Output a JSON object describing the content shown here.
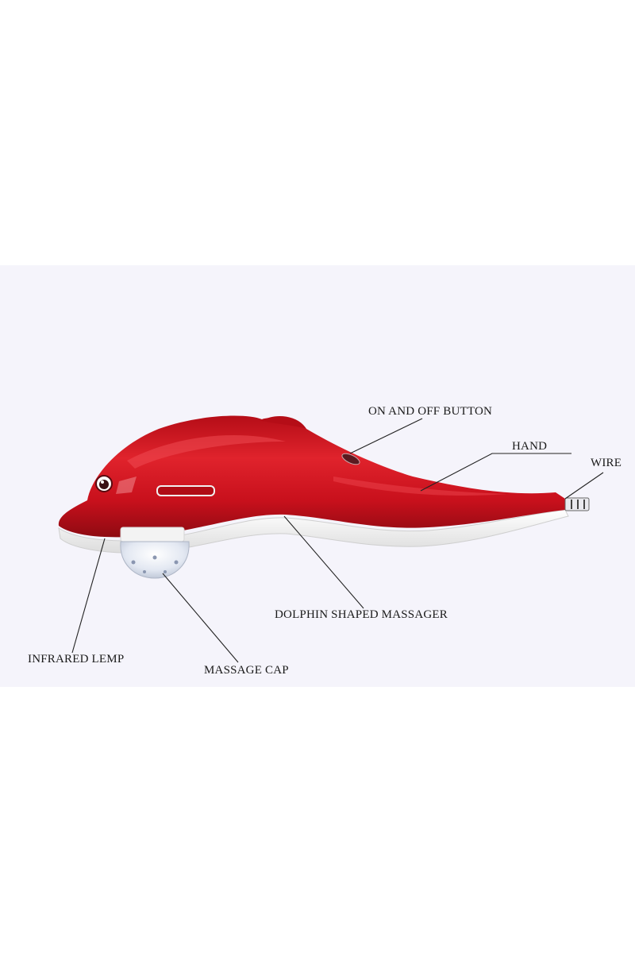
{
  "diagram": {
    "subject": "Dolphin shaped handheld massager",
    "colors": {
      "background": "#f5f4fb",
      "body_red": "#c8101c",
      "body_highlight": "#e8333c",
      "body_shadow": "#8e0a12",
      "base_white": "#f7f7f7",
      "leader_line": "#222222",
      "label_text": "#1a1a1a"
    },
    "labels": {
      "on_off_button": "ON AND OFF BUTTON",
      "hand": "HAND",
      "wire": "WIRE",
      "dolphin_shaped_massager": "DOLPHIN SHAPED MASSAGER",
      "infrared_lemp": "INFRARED LEMP",
      "massage_cap": "MASSAGE CAP"
    }
  }
}
